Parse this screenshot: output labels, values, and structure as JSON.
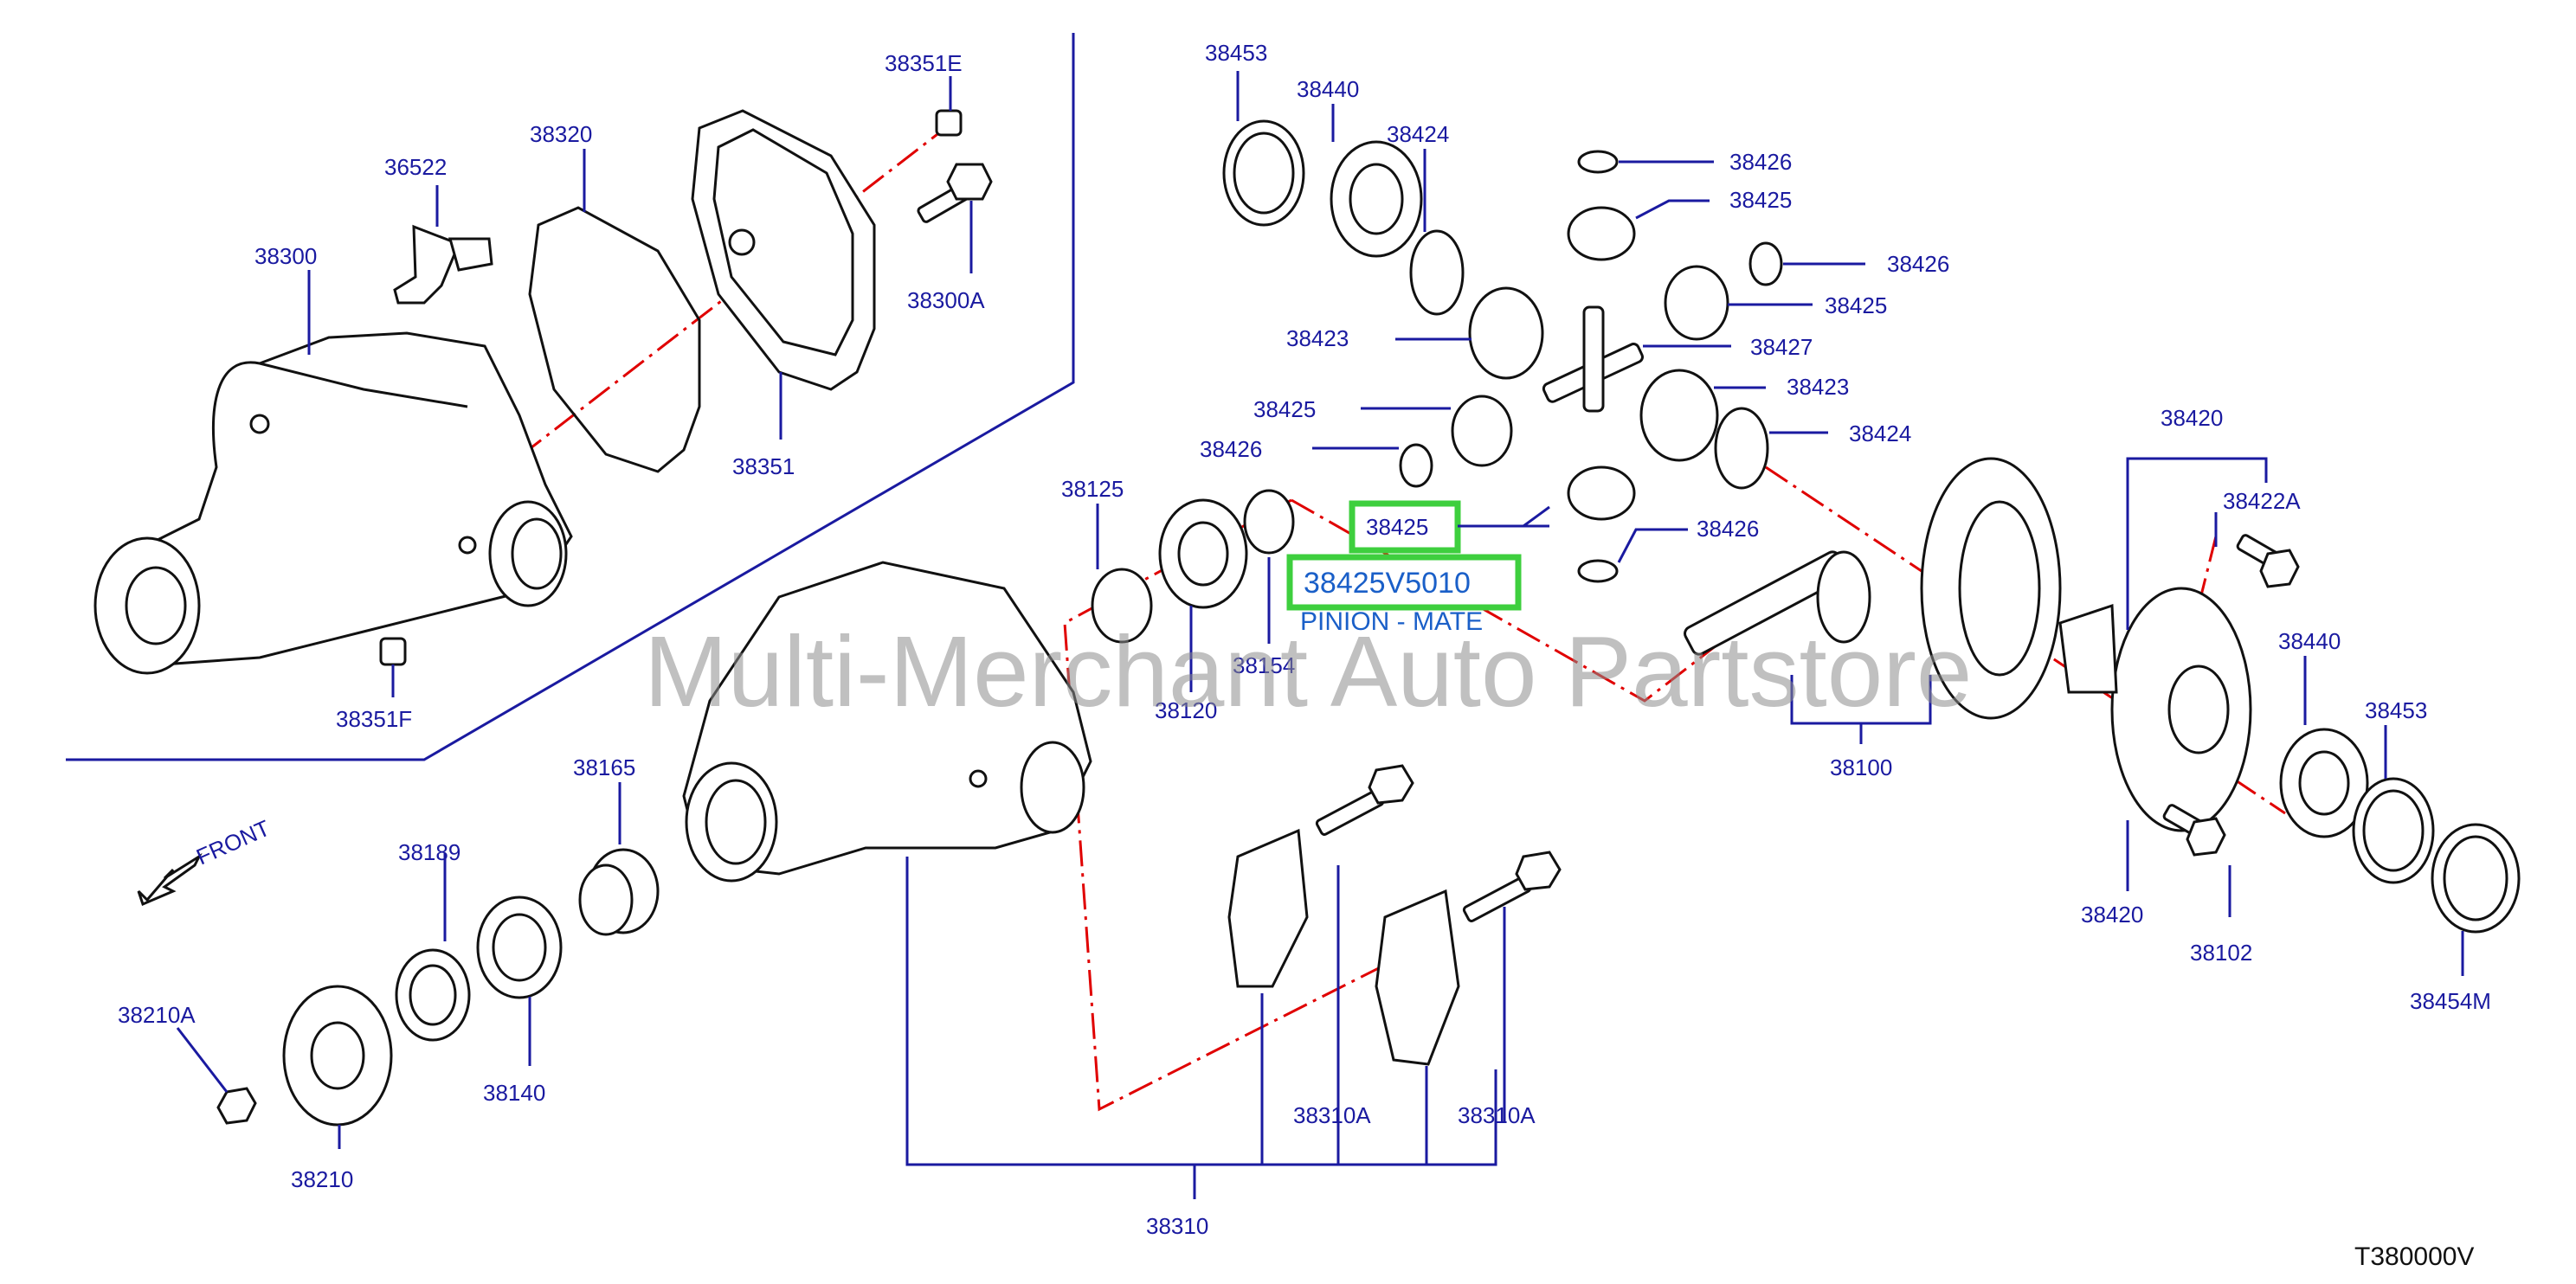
{
  "labels": {
    "l38300": "38300",
    "l36522": "36522",
    "l38320": "38320",
    "l38351E": "38351E",
    "l38300A": "38300A",
    "l38351": "38351",
    "l38351F": "38351F",
    "l38453a": "38453",
    "l38440a": "38440",
    "l38424a": "38424",
    "l38426a": "38426",
    "l38425a": "38425",
    "l38426b": "38426",
    "l38425b": "38425",
    "l38423a": "38423",
    "l38427": "38427",
    "l38423b": "38423",
    "l38425c": "38425",
    "l38424b": "38424",
    "l38426c": "38426",
    "l38125": "38125",
    "l38426d": "38426",
    "l38154": "38154",
    "l38120": "38120",
    "l38420a": "38420",
    "l38422A": "38422A",
    "l38440b": "38440",
    "l38453b": "38453",
    "l38100": "38100",
    "l38420b": "38420",
    "l38102": "38102",
    "l38454M": "38454M",
    "l38165": "38165",
    "l38189": "38189",
    "l38210A": "38210A",
    "l38140": "38140",
    "l38210": "38210",
    "l38310Aa": "38310A",
    "l38310Ab": "38310A",
    "l38310": "38310",
    "front": "FRONT"
  },
  "highlight": {
    "part_label": "38425",
    "part_number": "38425V5010",
    "part_name": "PINION - MATE",
    "color": "#3ecf3e"
  },
  "watermark": "Multi-Merchant Auto Partstore",
  "diagram_code": "T380000V",
  "colors": {
    "label": "#1a1aa0",
    "chain_line": "#e00000",
    "highlight_box": "#3ecf3e",
    "highlight_text": "#1a5fc8"
  }
}
